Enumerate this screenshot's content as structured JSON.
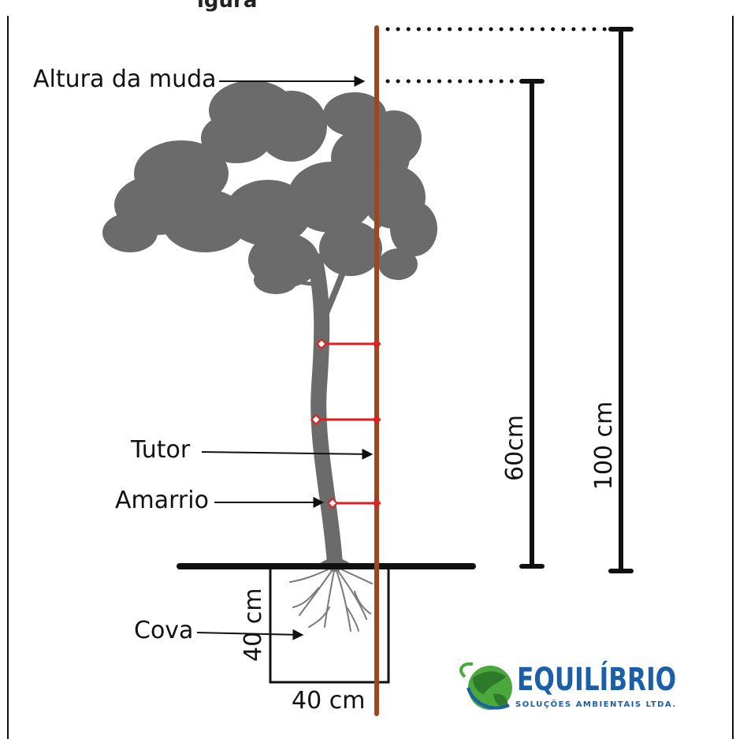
{
  "title_fragment": "igura",
  "labels": {
    "altura": "Altura da muda",
    "tutor": "Tutor",
    "amarrio": "Amarrio",
    "cova": "Cova",
    "cova_width": "40 cm",
    "cova_depth": "40 cm",
    "height_short": "60cm",
    "height_long": "100 cm"
  },
  "logo": {
    "name": "EQUILÍBRIO",
    "subtitle": "SOLUÇÕES AMBIENTAIS LTDA."
  },
  "colors": {
    "stake": "#a0461a",
    "tree": "#6b6b6b",
    "tie": "#e02020",
    "ground": "#111111",
    "logo_blue": "#1a5fa8",
    "logo_green": "#4aa83c"
  }
}
